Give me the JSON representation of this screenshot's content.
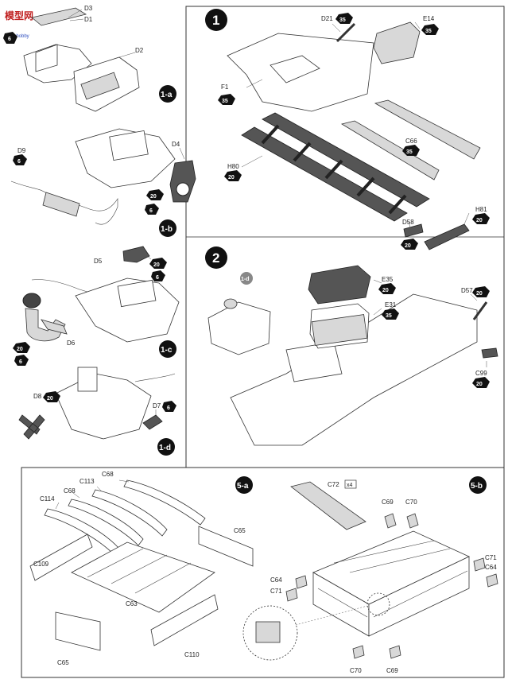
{
  "watermark": {
    "text": "模型网",
    "sub": "www.hobby"
  },
  "steps": {
    "s1": "1",
    "s2": "2",
    "s1a": "1-a",
    "s1b": "1-b",
    "s1c": "1-c",
    "s1d": "1-d",
    "s5a": "5-a",
    "s5b": "5-b"
  },
  "parts": {
    "D1": "D1",
    "D2": "D2",
    "D3": "D3",
    "D4": "D4",
    "D5": "D5",
    "D6": "D6",
    "D7": "D7",
    "D8": "D8",
    "D9": "D9",
    "D21": "D21",
    "D57": "D57",
    "D58": "D58",
    "E14": "E14",
    "E31": "E31",
    "E35": "E35",
    "F1": "F1",
    "H80": "H80",
    "H81": "H81",
    "C63": "C63",
    "C64a": "C64",
    "C64b": "C64",
    "C65a": "C65",
    "C65b": "C65",
    "C66": "C66",
    "C68a": "C68",
    "C68b": "C68",
    "C69a": "C69",
    "C69b": "C69",
    "C70a": "C70",
    "C70b": "C70",
    "C71a": "C71",
    "C71b": "C71",
    "C72": "C72",
    "C99": "C99",
    "C109": "C109",
    "C110": "C110",
    "C113": "C113",
    "C114": "C114"
  },
  "paint": {
    "p6": "6",
    "p20": "20",
    "p35": "35"
  },
  "multiplier": "x4",
  "ref_1d": "1-d"
}
